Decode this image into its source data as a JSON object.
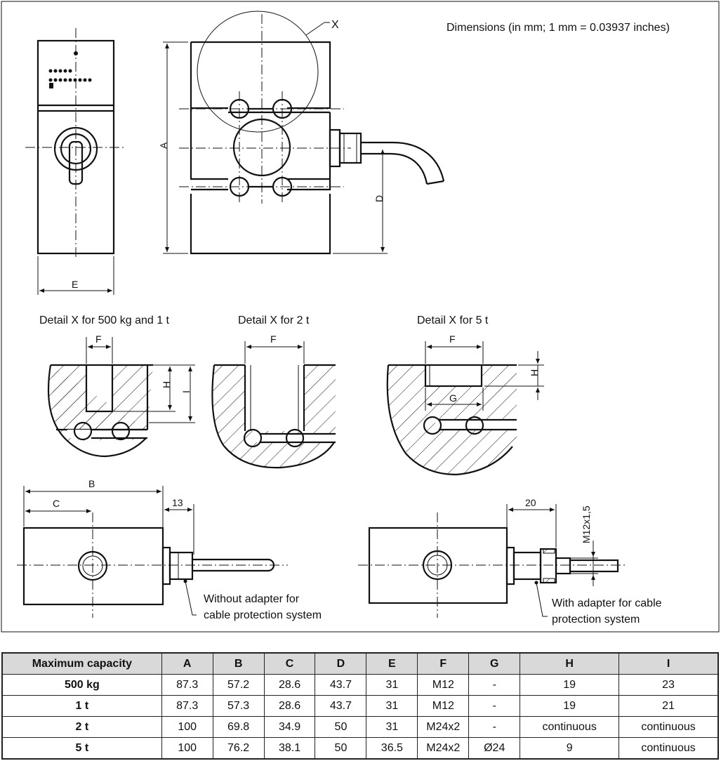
{
  "diagram": {
    "dimensions_note": "Dimensions (in mm; 1 mm = 0.03937 inches)",
    "detail_marker": "X",
    "detail_titles": [
      "Detail X for 500 kg and 1 t",
      "Detail X for 2 t",
      "Detail X for 5 t"
    ],
    "dim_labels": {
      "A": "A",
      "B": "B",
      "C": "C",
      "D": "D",
      "E": "E",
      "F": "F",
      "G": "G",
      "H": "H",
      "I": "I",
      "thirteen": "13",
      "twenty": "20",
      "thread": "M12x1,5"
    },
    "callouts": {
      "without_adapter": [
        "Without adapter for",
        "cable protection system"
      ],
      "with_adapter": [
        "With adapter for cable",
        "protection system"
      ]
    }
  },
  "table": {
    "headers": [
      "Maximum capacity",
      "A",
      "B",
      "C",
      "D",
      "E",
      "F",
      "G",
      "H",
      "I"
    ],
    "rows": [
      [
        "500 kg",
        "87.3",
        "57.2",
        "28.6",
        "43.7",
        "31",
        "M12",
        "-",
        "19",
        "23"
      ],
      [
        "1 t",
        "87.3",
        "57.3",
        "28.6",
        "43.7",
        "31",
        "M12",
        "-",
        "19",
        "21"
      ],
      [
        "2 t",
        "100",
        "69.8",
        "34.9",
        "50",
        "31",
        "M24x2",
        "-",
        "continuous",
        "continuous"
      ],
      [
        "5 t",
        "100",
        "76.2",
        "38.1",
        "50",
        "36.5",
        "M24x2",
        "Ø24",
        "9",
        "continuous"
      ]
    ]
  }
}
